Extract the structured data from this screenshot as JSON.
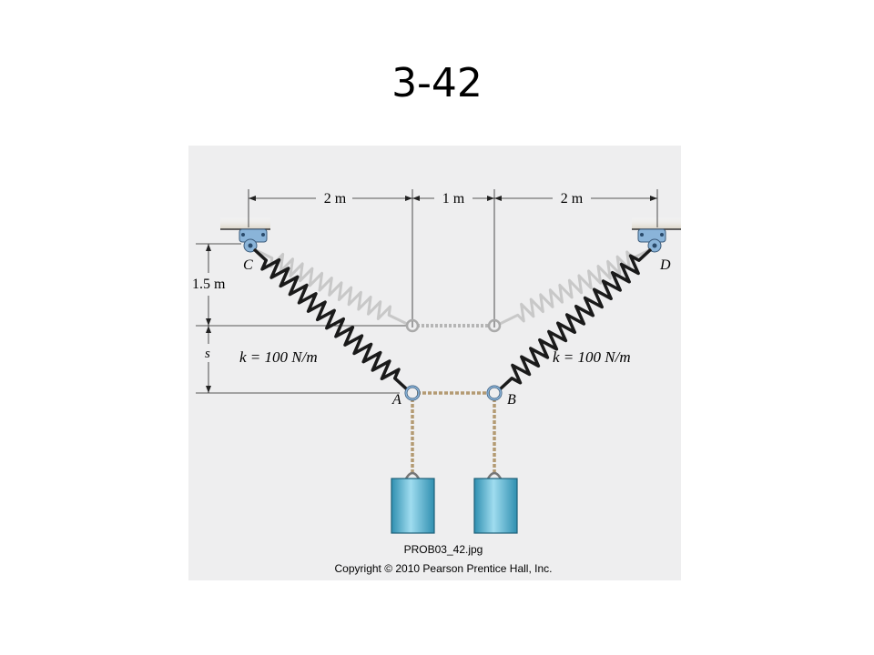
{
  "slide": {
    "title": "3-42"
  },
  "figure": {
    "dimensions": {
      "left_span": "2 m",
      "middle_span": "1 m",
      "right_span": "2 m",
      "height": "1.5 m",
      "sag": "s"
    },
    "points": {
      "C": "C",
      "D": "D",
      "A": "A",
      "B": "B"
    },
    "springs": {
      "left_label": "k = 100 N/m",
      "right_label": "k = 100 N/m"
    },
    "caption": {
      "filename": "PROB03_42.jpg",
      "copyright": "Copyright © 2010 Pearson Prentice Hall, Inc."
    },
    "colors": {
      "background": "#eeeeef",
      "spring_dark": "#1a1a1a",
      "spring_light": "#c8c8c8",
      "weight": "#3fa9c9",
      "bracket": "#8ab4d9",
      "rope": "#b39a72"
    }
  }
}
